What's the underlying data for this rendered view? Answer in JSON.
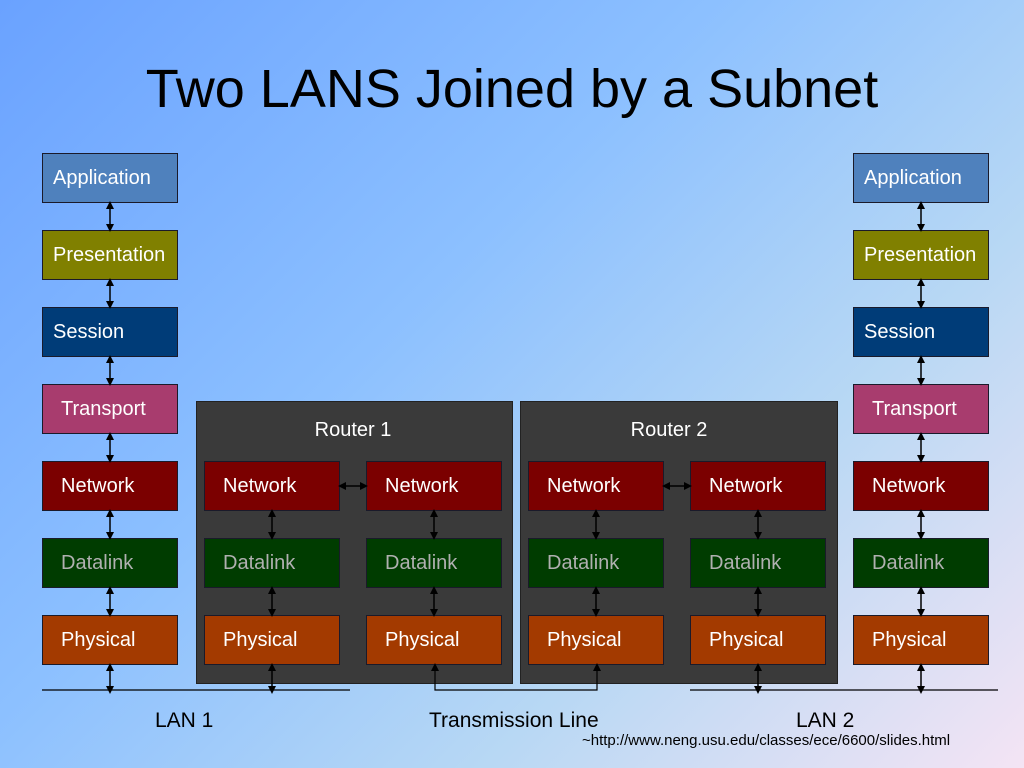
{
  "title": "Two LANS Joined by a Subnet",
  "host_left": {
    "application": "Application",
    "presentation": "Presentation",
    "session": "Session",
    "transport": "Transport",
    "network": "Network",
    "datalink": "Datalink",
    "physical": "Physical"
  },
  "host_right": {
    "application": "Application",
    "presentation": "Presentation",
    "session": "Session",
    "transport": "Transport",
    "network": "Network",
    "datalink": "Datalink",
    "physical": "Physical"
  },
  "router1": {
    "label": "Router 1",
    "left": {
      "network": "Network",
      "datalink": "Datalink",
      "physical": "Physical"
    },
    "right": {
      "network": "Network",
      "datalink": "Datalink",
      "physical": "Physical"
    }
  },
  "router2": {
    "label": "Router 2",
    "left": {
      "network": "Network",
      "datalink": "Datalink",
      "physical": "Physical"
    },
    "right": {
      "network": "Network",
      "datalink": "Datalink",
      "physical": "Physical"
    }
  },
  "labels": {
    "lan1": "LAN 1",
    "transmission": "Transmission Line",
    "lan2": "LAN 2",
    "source": "~http://www.neng.usu.edu/classes/ece/6600/slides.html"
  }
}
